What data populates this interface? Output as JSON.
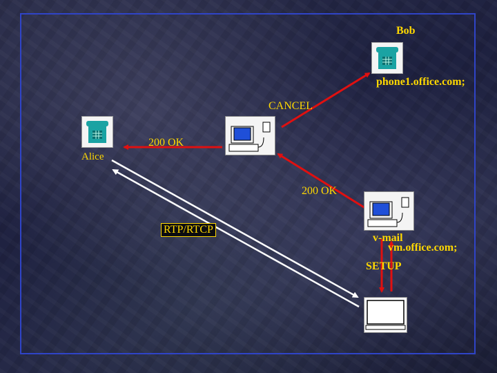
{
  "labels": {
    "bob": "Bob",
    "bob_address": "phone1.office.com;",
    "cancel": "CANCEL",
    "ok_left": "200 OK",
    "alice": "Alice",
    "ok_right": "200 OK",
    "rtp": "RTP/RTCP",
    "vmail": "v-mail",
    "vm_address": "vm.office.com;",
    "setup": "SETUP"
  },
  "colors": {
    "label": "#ffd800",
    "arrow_red": "#e01010",
    "arrow_white": "#ffffff",
    "frame": "#2f44c8"
  },
  "icons": {
    "bob": "telephone-icon",
    "alice": "telephone-icon",
    "proxy": "computer-terminal-icon",
    "vmail_server": "computer-terminal-icon",
    "media_server": "tv-monitor-icon"
  }
}
